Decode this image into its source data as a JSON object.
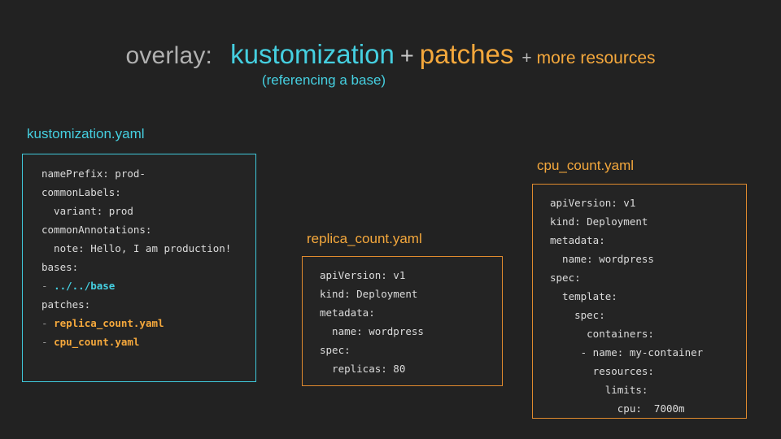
{
  "colors": {
    "background": "#222222",
    "cyan": "#45cfe0",
    "amber": "#f5a83c",
    "gray": "#b0b0b0",
    "code_text": "#dcdcdc"
  },
  "heading": {
    "overlay_label": "overlay:",
    "kustomization": "kustomization",
    "plus_1": "+",
    "patches": "patches",
    "plus_2": "+",
    "more_resources": "more resources",
    "subtitle": "(referencing a base)"
  },
  "cards": [
    {
      "id": "kustomization",
      "label": "kustomization.yaml",
      "accent": "cyan",
      "lines": [
        [
          {
            "t": "namePrefix: prod-",
            "c": "plain"
          }
        ],
        [
          {
            "t": "commonLabels:",
            "c": "plain"
          }
        ],
        [
          {
            "t": "  variant: prod",
            "c": "plain"
          }
        ],
        [
          {
            "t": "commonAnnotations:",
            "c": "plain"
          }
        ],
        [
          {
            "t": "  note: Hello, I am production!",
            "c": "plain"
          }
        ],
        [
          {
            "t": "bases:",
            "c": "plain"
          }
        ],
        [
          {
            "t": "- ",
            "c": "dash"
          },
          {
            "t": "../../base",
            "c": "cyan"
          }
        ],
        [
          {
            "t": "patches:",
            "c": "plain"
          }
        ],
        [
          {
            "t": "- ",
            "c": "dash"
          },
          {
            "t": "replica_count.yaml",
            "c": "amber"
          }
        ],
        [
          {
            "t": "- ",
            "c": "dash"
          },
          {
            "t": "cpu_count.yaml",
            "c": "amber"
          }
        ]
      ]
    },
    {
      "id": "replica",
      "label": "replica_count.yaml",
      "accent": "amber",
      "lines": [
        [
          {
            "t": "apiVersion: v1",
            "c": "plain"
          }
        ],
        [
          {
            "t": "kind: Deployment",
            "c": "plain"
          }
        ],
        [
          {
            "t": "metadata:",
            "c": "plain"
          }
        ],
        [
          {
            "t": "  name: wordpress",
            "c": "plain"
          }
        ],
        [
          {
            "t": "spec:",
            "c": "plain"
          }
        ],
        [
          {
            "t": "  replicas: 80",
            "c": "plain"
          }
        ]
      ]
    },
    {
      "id": "cpu",
      "label": "cpu_count.yaml",
      "accent": "amber",
      "lines": [
        [
          {
            "t": "apiVersion: v1",
            "c": "plain"
          }
        ],
        [
          {
            "t": "kind: Deployment",
            "c": "plain"
          }
        ],
        [
          {
            "t": "metadata:",
            "c": "plain"
          }
        ],
        [
          {
            "t": "  name: wordpress",
            "c": "plain"
          }
        ],
        [
          {
            "t": "spec:",
            "c": "plain"
          }
        ],
        [
          {
            "t": "  template:",
            "c": "plain"
          }
        ],
        [
          {
            "t": "    spec:",
            "c": "plain"
          }
        ],
        [
          {
            "t": "      containers:",
            "c": "plain"
          }
        ],
        [
          {
            "t": "     - name: my-container",
            "c": "plain"
          }
        ],
        [
          {
            "t": "       resources:",
            "c": "plain"
          }
        ],
        [
          {
            "t": "         limits:",
            "c": "plain"
          }
        ],
        [
          {
            "t": "           cpu:  7000m",
            "c": "plain"
          }
        ]
      ]
    }
  ]
}
